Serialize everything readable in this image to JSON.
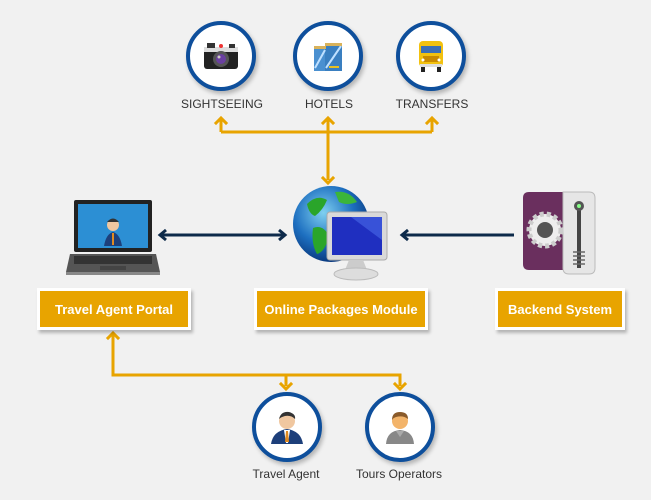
{
  "diagram": {
    "colors": {
      "connector_orange": "#e8a400",
      "connector_navy": "#0d2a4a",
      "circle_border": "#0e4f9c",
      "box_fill": "#e8a400",
      "background": "#f1f1f1"
    },
    "top_services": [
      {
        "label": "SIGHTSEEING",
        "icon": "camera-icon"
      },
      {
        "label": "HOTELS",
        "icon": "hotel-building-icon"
      },
      {
        "label": "TRANSFERS",
        "icon": "bus-icon"
      }
    ],
    "systems": [
      {
        "label": "Travel Agent Portal",
        "icon": "laptop-icon"
      },
      {
        "label": "Online Packages Module",
        "icon": "globe-monitor-icon"
      },
      {
        "label": "Backend System",
        "icon": "server-gear-icon"
      }
    ],
    "users": [
      {
        "label": "Travel Agent",
        "icon": "businessman-icon"
      },
      {
        "label": "Tours Operators",
        "icon": "user-icon"
      }
    ]
  }
}
